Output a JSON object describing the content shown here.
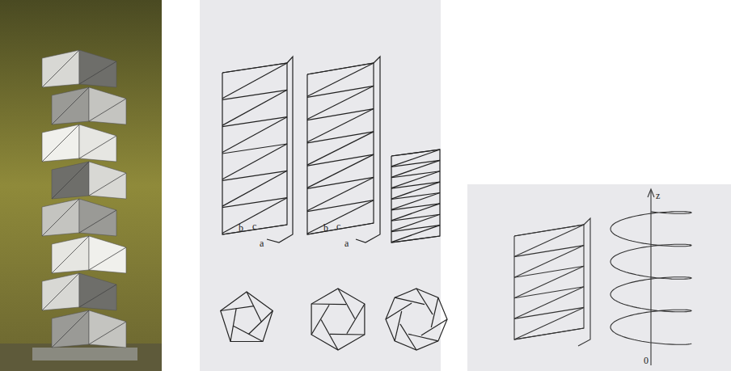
{
  "diagram": {
    "labels": [
      "b",
      "c",
      "a",
      "b",
      "c",
      "a",
      "z",
      "0"
    ]
  }
}
